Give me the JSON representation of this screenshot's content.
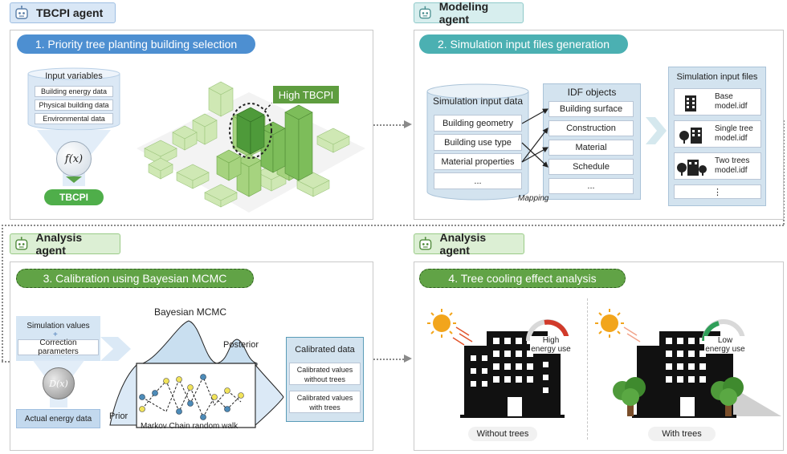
{
  "agents": {
    "tbcpi": "TBCPI agent",
    "modeling": "Modeling agent",
    "analysis_left": "Analysis agent",
    "analysis_right": "Analysis agent"
  },
  "step1": {
    "title": "1. Priority tree planting building selection",
    "cylinder_title": "Input variables",
    "rows": [
      "Building energy data",
      "Physical building data",
      "Environmental  data"
    ],
    "function": "f(x)",
    "output": "TBCPI",
    "callout": "High TBCPI"
  },
  "step2": {
    "title": "2. Simulation input files generation",
    "sim_title": "Simulation input data",
    "sim_rows": [
      "Building geometry",
      "Building use type",
      "Material properties",
      "..."
    ],
    "idf_title": "IDF objects",
    "idf_rows": [
      "Building surface",
      "Construction",
      "Material",
      "Schedule",
      "..."
    ],
    "mapping": "Mapping",
    "files_title": "Simulation input files",
    "files": [
      {
        "line1": "Base",
        "line2": "model.idf"
      },
      {
        "line1": "Single tree",
        "line2": "model.idf"
      },
      {
        "line1": "Two trees",
        "line2": "model.idf"
      }
    ],
    "files_more": "⋮"
  },
  "step3": {
    "title": "3. Calibration using Bayesian MCMC",
    "input1": "Simulation values",
    "plus": "+",
    "input2": "Correction parameters",
    "function": "D(x)",
    "actual": "Actual energy data",
    "mcmc_title": "Bayesian MCMC",
    "posterior": "Posterior",
    "prior": "Prior",
    "walk": "Markov Chain random walk",
    "calib_title": "Calibrated data",
    "calib1_l1": "Calibrated values",
    "calib1_l2": "without trees",
    "calib2_l1": "Calibrated values",
    "calib2_l2": "with trees"
  },
  "step4": {
    "title": "4. Tree cooling effect analysis",
    "high_l1": "High",
    "high_l2": "energy use",
    "low_l1": "Low",
    "low_l2": "energy use",
    "without": "Without trees",
    "with": "With trees"
  }
}
